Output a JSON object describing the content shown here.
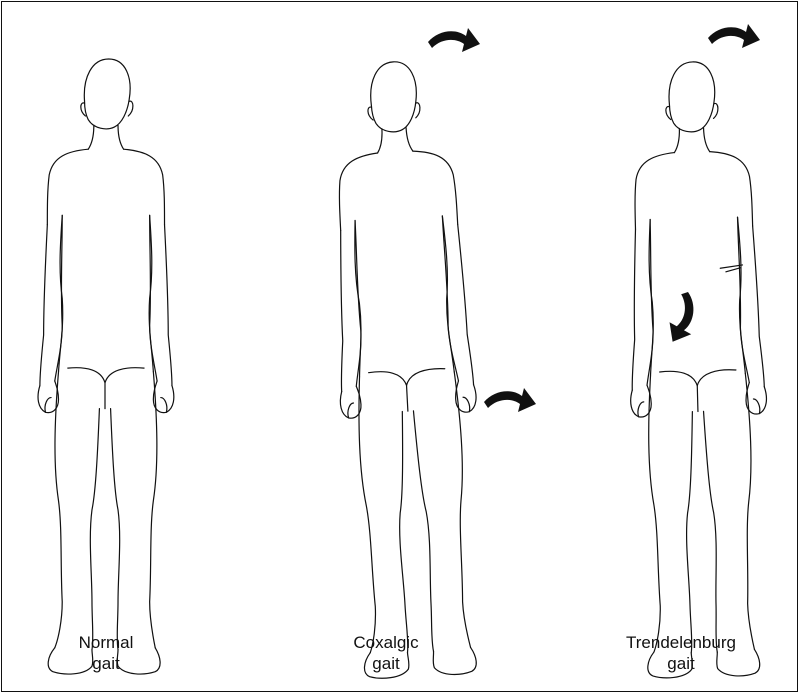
{
  "figures": [
    {
      "id": "normal",
      "caption_line1": "Normal",
      "caption_line2": "gait"
    },
    {
      "id": "coxalgic",
      "caption_line1": "Coxalgic",
      "caption_line2": "gait"
    },
    {
      "id": "trendelenburg",
      "caption_line1": "Trendelenburg",
      "caption_line2": "gait"
    }
  ],
  "colors": {
    "line": "#111111",
    "arrow": "#111111",
    "background": "#ffffff"
  }
}
